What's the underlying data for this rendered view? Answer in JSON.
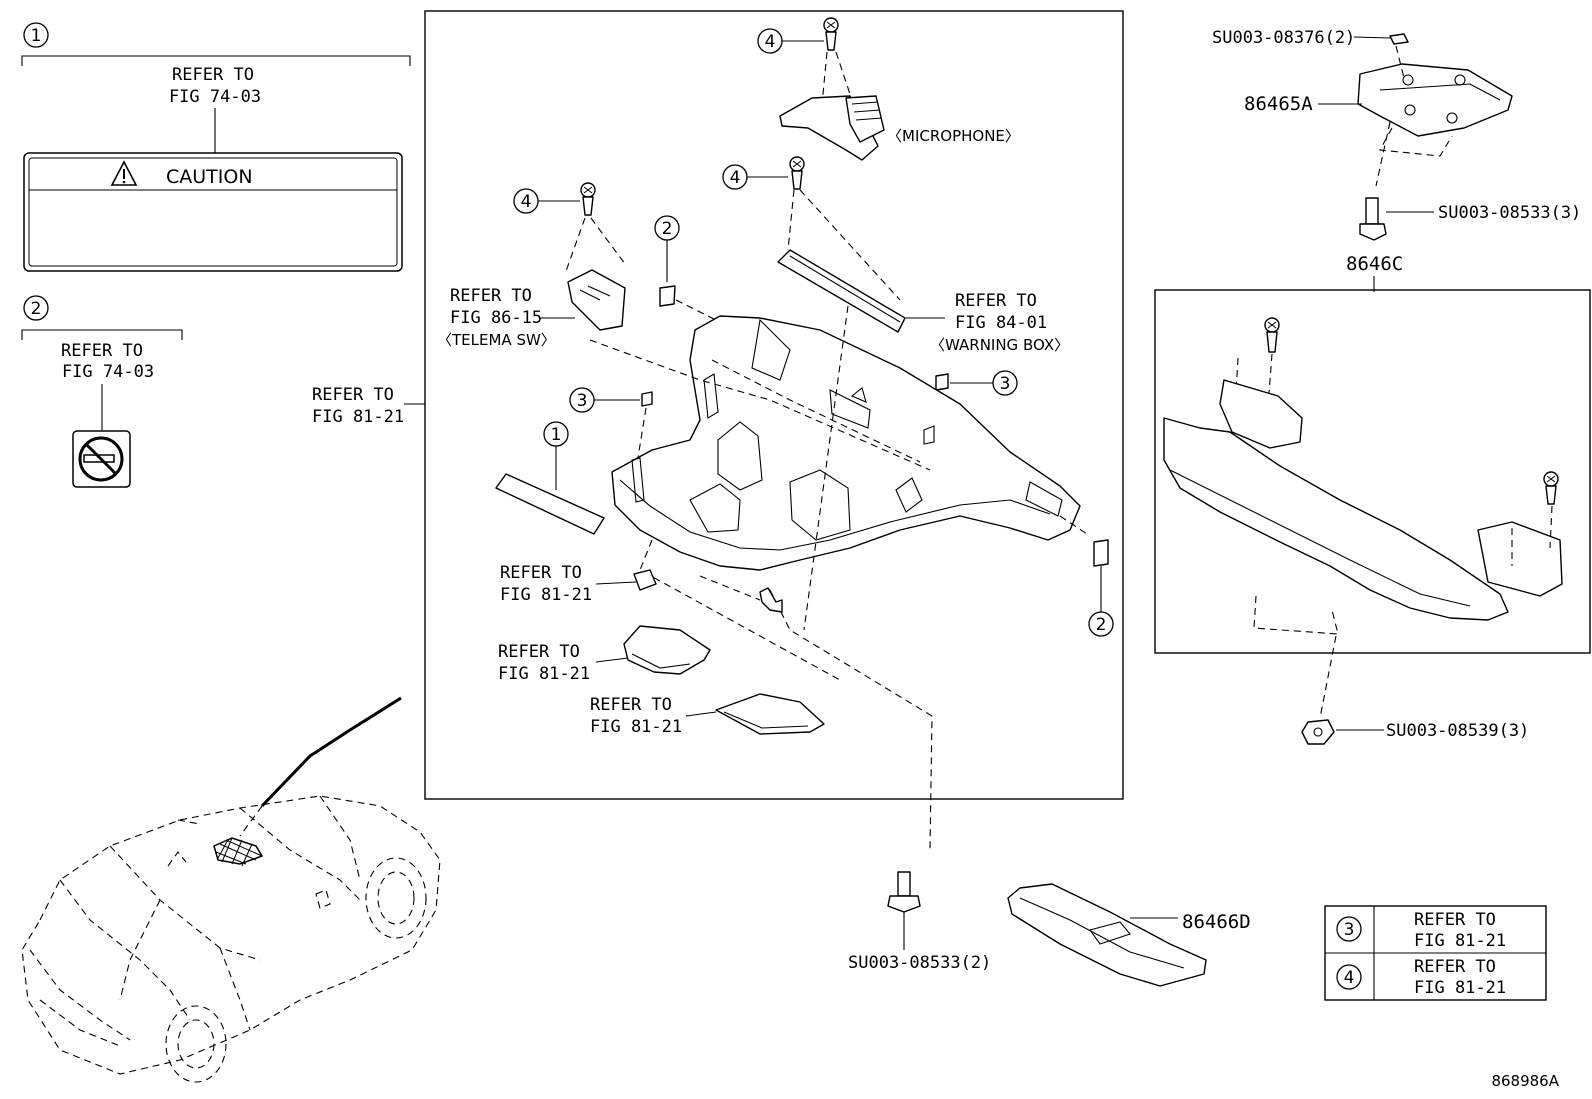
{
  "callouts": {
    "c1": "1",
    "c2": "2",
    "c3": "3",
    "c4": "4"
  },
  "legend1": {
    "refer": "REFER TO",
    "fig": "FIG 74-03",
    "caution": "CAUTION"
  },
  "legend2": {
    "refer": "REFER TO",
    "fig": "FIG 74-03"
  },
  "main": {
    "left_ref": {
      "refer": "REFER TO",
      "fig": "FIG 81-21"
    },
    "telema": {
      "refer": "REFER TO",
      "fig": "FIG 86-15",
      "name": "〈TELEMA SW〉"
    },
    "warning": {
      "refer": "REFER TO",
      "fig": "FIG 84-01",
      "name": "〈WARNING BOX〉"
    },
    "microphone": "〈MICROPHONE〉",
    "ref_bulb": {
      "refer": "REFER TO",
      "fig": "FIG 81-21"
    },
    "ref_lens1": {
      "refer": "REFER TO",
      "fig": "FIG 81-21"
    },
    "ref_lens2": {
      "refer": "REFER TO",
      "fig": "FIG 81-21"
    }
  },
  "parts": {
    "su08376": "SU003-08376(2)",
    "p86465A": "86465A",
    "su08533_3": "SU003-08533(3)",
    "p8646C": "8646C",
    "su08539": "SU003-08539(3)",
    "su08533_2": "SU003-08533(2)",
    "p86466D": "86466D"
  },
  "ref_table": [
    {
      "num": "3",
      "refer": "REFER TO",
      "fig": "FIG 81-21"
    },
    {
      "num": "4",
      "refer": "REFER TO",
      "fig": "FIG 81-21"
    }
  ],
  "diagram_id": "868986A"
}
